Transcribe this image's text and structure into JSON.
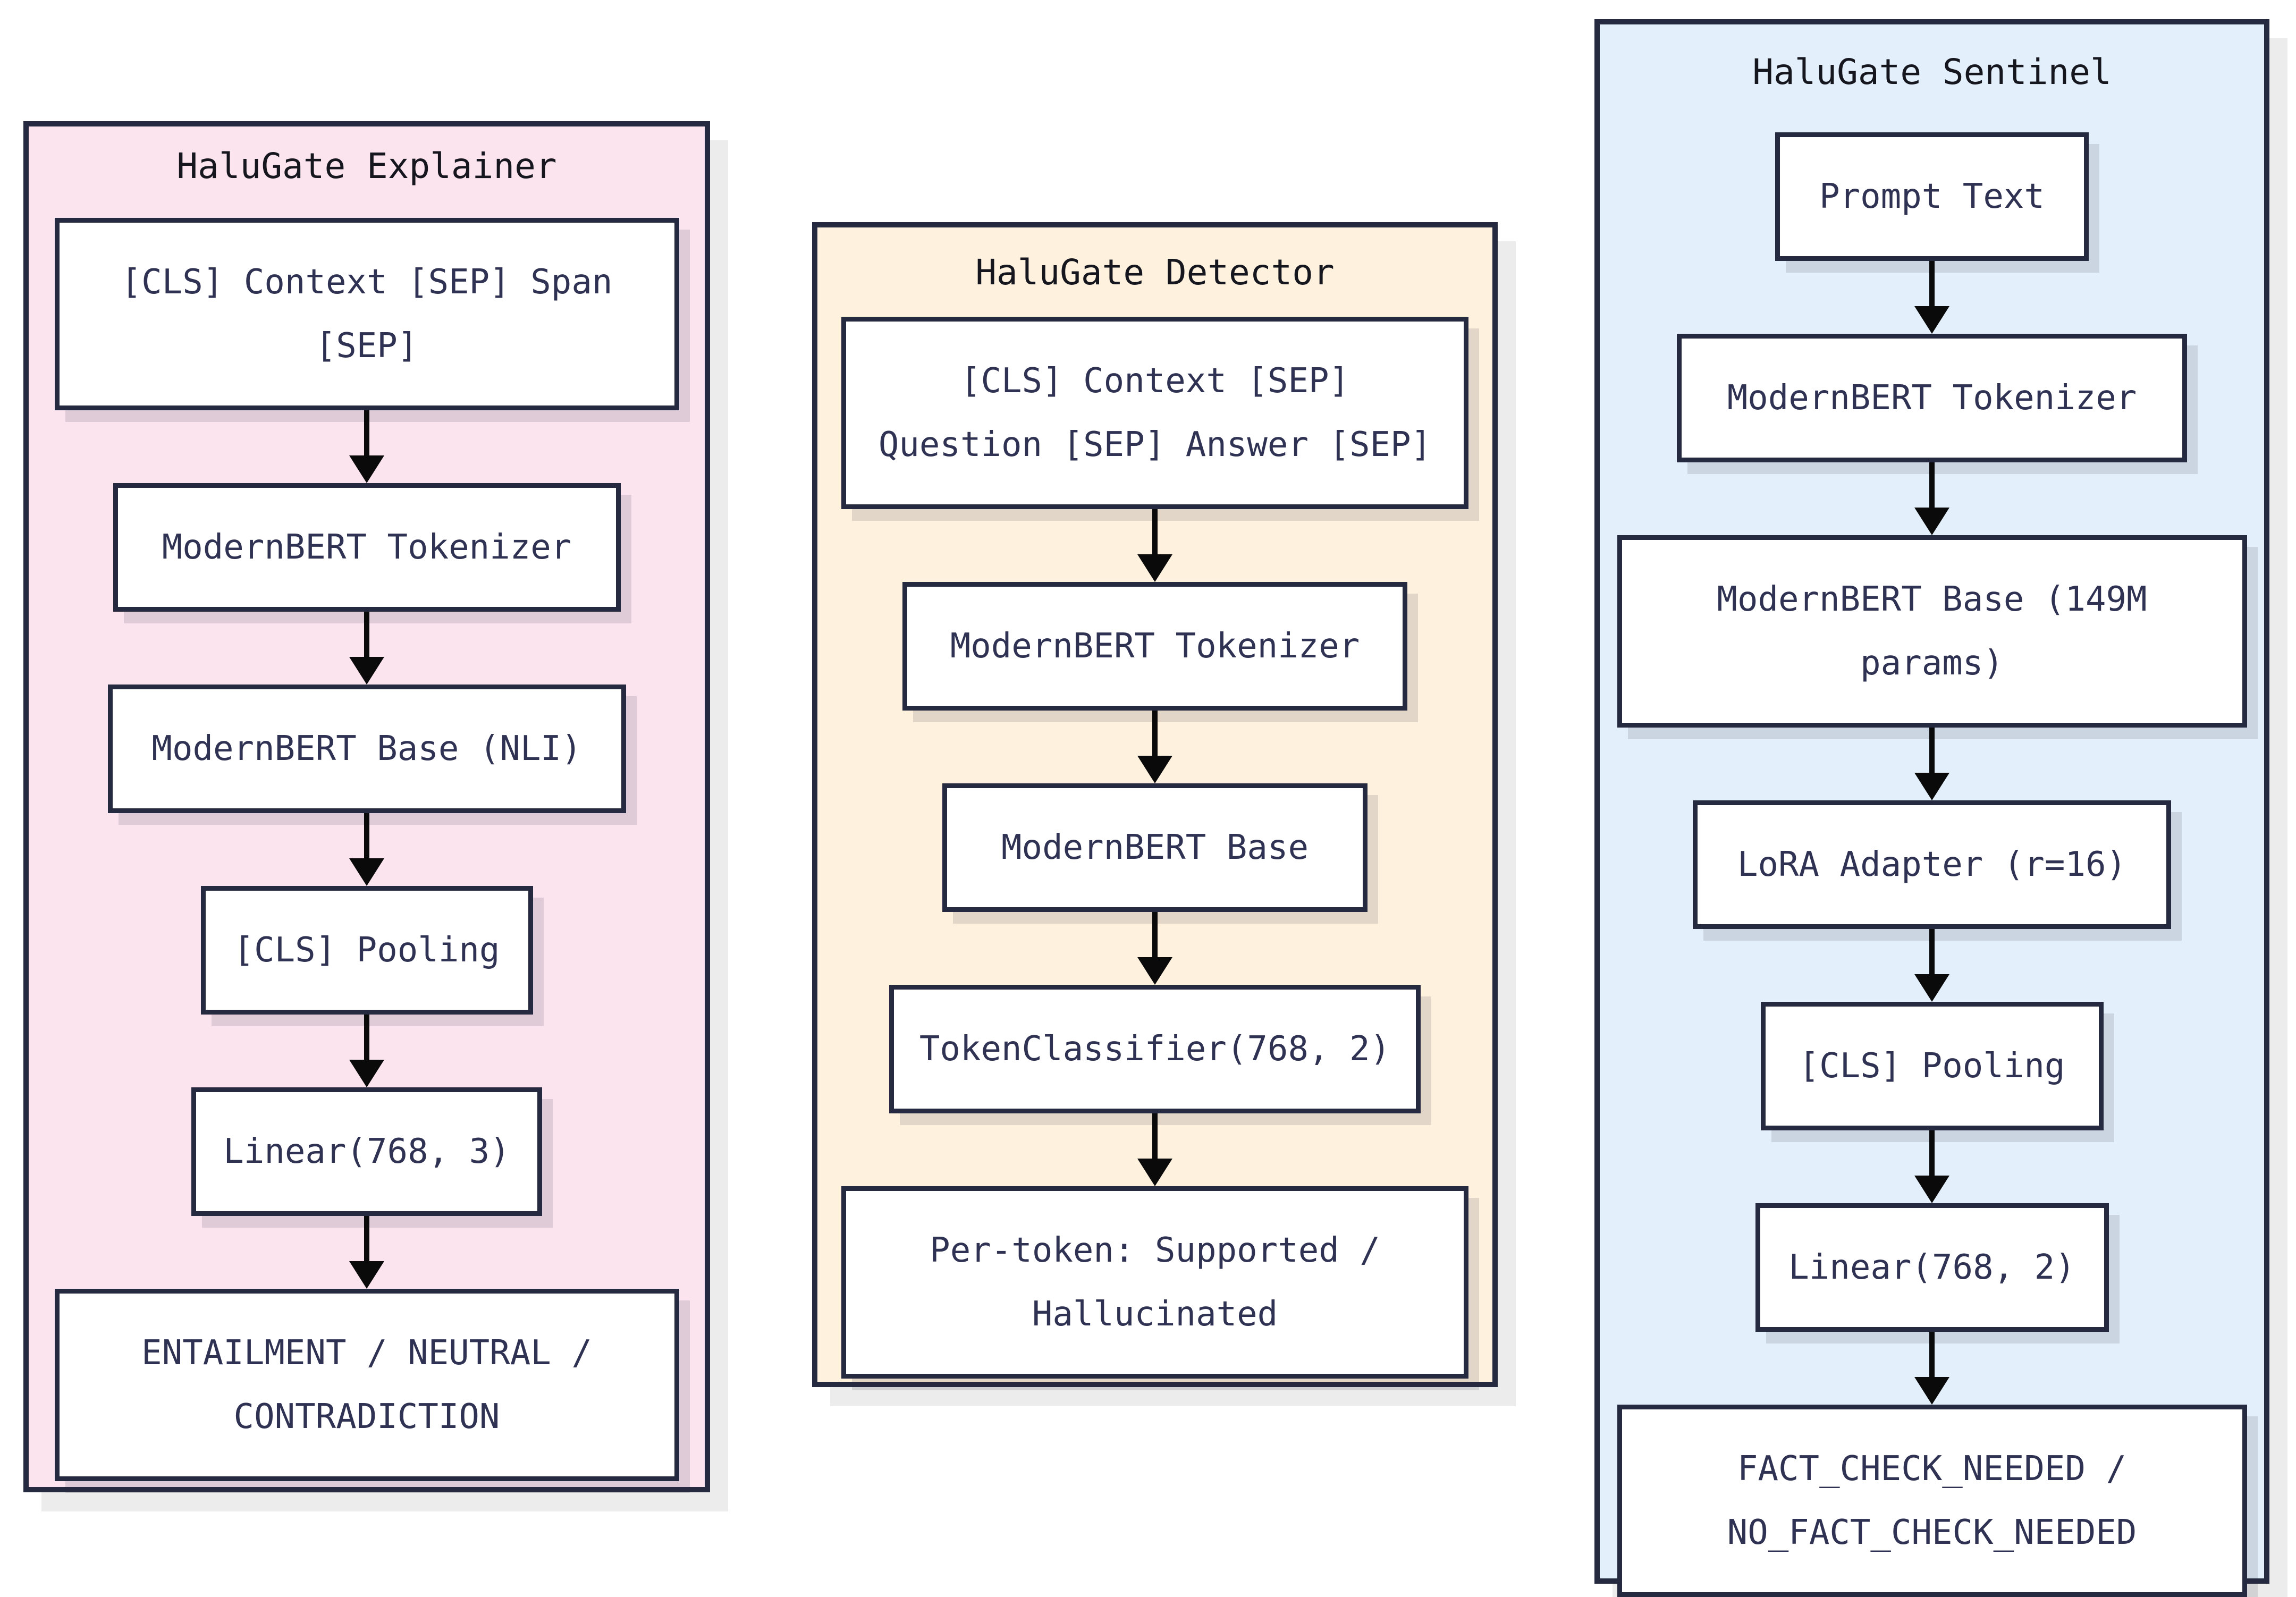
{
  "diagram": {
    "colors": {
      "page_background": "#ffffff",
      "panel_border": "#262a41",
      "node_border": "#262a41",
      "node_fill": "#ffffff",
      "title_text": "#16161f",
      "node_text": "#2f3252",
      "arrow": "#0a0a0a",
      "explainer_bg": "#fbe4ee",
      "detector_bg": "#fef1de",
      "sentinel_bg": "#e3effa",
      "panel_shadow": "#ececec"
    },
    "panels": [
      {
        "title": "HaluGate Explainer",
        "bg": "#fbe4ee",
        "nodes": [
          "[CLS] Context [SEP] Span\n[SEP]",
          "ModernBERT Tokenizer",
          "ModernBERT Base (NLI)",
          "[CLS] Pooling",
          "Linear(768, 3)",
          "ENTAILMENT / NEUTRAL /\nCONTRADICTION"
        ]
      },
      {
        "title": "HaluGate Detector",
        "bg": "#fef1de",
        "nodes": [
          "[CLS] Context [SEP]\nQuestion [SEP] Answer [SEP]",
          "ModernBERT Tokenizer",
          "ModernBERT Base",
          "TokenClassifier(768, 2)",
          "Per-token: Supported /\nHallucinated"
        ]
      },
      {
        "title": "HaluGate Sentinel",
        "bg": "#e3effa",
        "nodes": [
          "Prompt Text",
          "ModernBERT Tokenizer",
          "ModernBERT Base (149M\nparams)",
          "LoRA Adapter (r=16)",
          "[CLS] Pooling",
          "Linear(768, 2)",
          "FACT_CHECK_NEEDED /\nNO_FACT_CHECK_NEEDED"
        ]
      }
    ]
  }
}
